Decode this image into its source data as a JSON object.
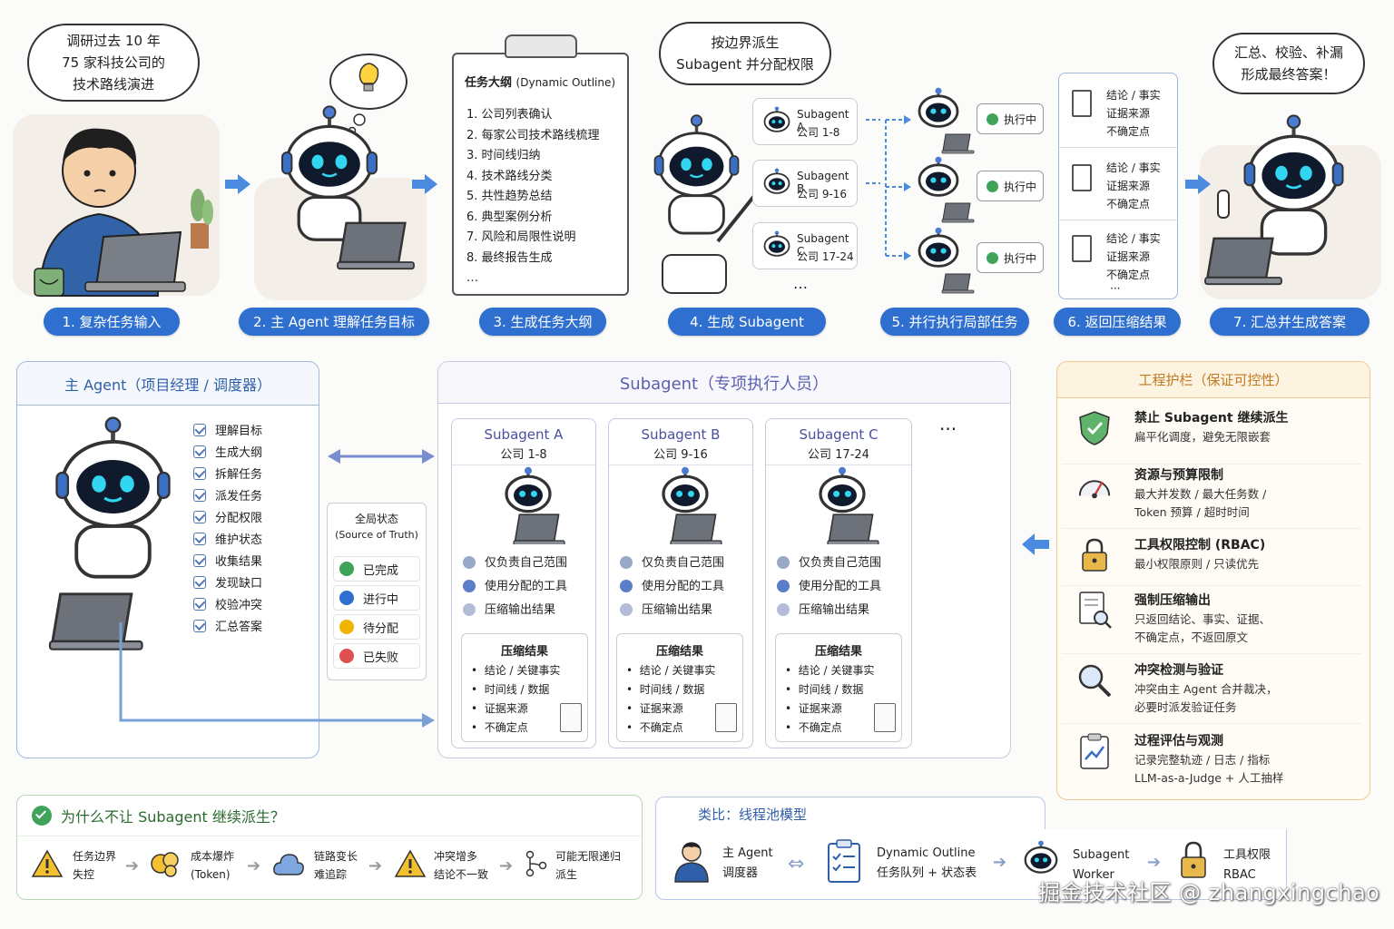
{
  "stages": [
    {
      "label": "1. 复杂任务输入"
    },
    {
      "label": "2. 主 Agent 理解任务目标"
    },
    {
      "label": "3. 生成任务大纲"
    },
    {
      "label": "4. 生成 Subagent"
    },
    {
      "label": "5. 并行执行局部任务"
    },
    {
      "label": "6. 返回压缩结果"
    },
    {
      "label": "7. 汇总并生成答案"
    }
  ],
  "bubbles": {
    "user": [
      "调研过去 10 年",
      "75 家科技公司的",
      "技术路线演进"
    ],
    "spawn": [
      "按边界派生",
      "Subagent 并分配权限"
    ],
    "final": [
      "汇总、校验、补漏",
      "形成最终答案！"
    ]
  },
  "outline": {
    "title": "任务大纲",
    "title_en": "(Dynamic Outline)",
    "items": [
      "1.  公司列表确认",
      "2.  每家公司技术路线梳理",
      "3.  时间线归纳",
      "4.  技术路线分类",
      "5.  共性趋势总结",
      "6.  典型案例分析",
      "7.  风险和局限性说明",
      "8.  最终报告生成",
      "…"
    ]
  },
  "spawned": [
    {
      "name": "Subagent A",
      "range": "公司 1-8"
    },
    {
      "name": "Subagent B",
      "range": "公司 9-16"
    },
    {
      "name": "Subagent C",
      "range": "公司 17-24"
    }
  ],
  "ellipsis": "…",
  "running_tag": "执行中",
  "compressed_return": [
    "结论 / 事实",
    "证据来源",
    "不确定点"
  ],
  "main_agent": {
    "title": "主 Agent（项目经理 / 调度器）",
    "duties": [
      "理解目标",
      "生成大纲",
      "拆解任务",
      "派发任务",
      "分配权限",
      "维护状态",
      "收集结果",
      "发现缺口",
      "校验冲突",
      "汇总答案"
    ]
  },
  "global_state": {
    "title": "全局状态",
    "subtitle": "(Source of Truth)",
    "items": [
      {
        "label": "已完成",
        "color": "#3fa35a"
      },
      {
        "label": "进行中",
        "color": "#2f6fcf"
      },
      {
        "label": "待分配",
        "color": "#f0b400"
      },
      {
        "label": "已失败",
        "color": "#e05050"
      }
    ]
  },
  "subagent_panel": {
    "title": "Subagent（专项执行人员）",
    "cards": [
      {
        "name": "Subagent A",
        "range": "公司 1-8"
      },
      {
        "name": "Subagent B",
        "range": "公司 9-16"
      },
      {
        "name": "Subagent C",
        "range": "公司 17-24"
      }
    ],
    "rules": [
      "仅负责自己范围",
      "使用分配的工具",
      "压缩输出结果"
    ],
    "result_title": "压缩结果",
    "result_items": [
      "结论 / 关键事实",
      "时间线 / 数据",
      "证据来源",
      "不确定点"
    ],
    "more": "···"
  },
  "guardrails": {
    "title": "工程护栏（保证可控性）",
    "items": [
      {
        "icon": "shield-icon",
        "title": "禁止 Subagent 继续派生",
        "desc": [
          "扁平化调度，避免无限嵌套"
        ]
      },
      {
        "icon": "gauge-icon",
        "title": "资源与预算限制",
        "desc": [
          "最大并发数 / 最大任务数 /",
          "Token 预算 / 超时时间"
        ]
      },
      {
        "icon": "lock-icon",
        "title": "工具权限控制 (RBAC)",
        "desc": [
          "最小权限原则 / 只读优先"
        ]
      },
      {
        "icon": "doc-search-icon",
        "title": "强制压缩输出",
        "desc": [
          "只返回结论、事实、证据、",
          "不确定点，不返回原文"
        ]
      },
      {
        "icon": "magnifier-icon",
        "title": "冲突检测与验证",
        "desc": [
          "冲突由主 Agent 合并裁决，",
          "必要时派发验证任务"
        ]
      },
      {
        "icon": "chart-clipboard-icon",
        "title": "过程评估与观测",
        "desc": [
          "记录完整轨迹 / 日志 / 指标",
          "LLM-as-a-Judge + 人工抽样"
        ]
      }
    ]
  },
  "why_not": {
    "title": "为什么不让 Subagent 继续派生？",
    "items": [
      {
        "icon": "warning-icon",
        "lines": [
          "任务边界",
          "失控"
        ]
      },
      {
        "icon": "cost-icon",
        "lines": [
          "成本爆炸",
          "(Token)"
        ]
      },
      {
        "icon": "cloud-icon",
        "lines": [
          "链路变长",
          "难追踪"
        ]
      },
      {
        "icon": "warning-icon",
        "lines": [
          "冲突增多",
          "结论不一致"
        ]
      },
      {
        "icon": "branch-icon",
        "lines": [
          "可能无限递归",
          "派生"
        ]
      }
    ]
  },
  "analogy": {
    "title": "类比：线程池模型",
    "items": [
      {
        "icon": "manager-icon",
        "lines": [
          "主 Agent",
          "调度器"
        ]
      },
      {
        "icon": "checklist-icon",
        "lines": [
          "Dynamic Outline",
          "任务队列 + 状态表"
        ]
      },
      {
        "icon": "robot-icon",
        "lines": [
          "Subagent",
          "Worker"
        ]
      },
      {
        "icon": "lock-icon",
        "lines": [
          "工具权限",
          "RBAC"
        ]
      }
    ]
  },
  "watermark": "掘金技术社区 @ zhangxingchao",
  "colors": {
    "accent": "#2f6fcf",
    "subagent_title": "#5a5fb0",
    "guardrail_title": "#c07a20",
    "success": "#3fa35a"
  }
}
